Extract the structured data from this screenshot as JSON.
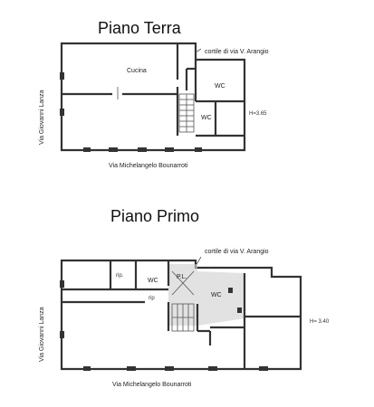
{
  "plans": {
    "ground": {
      "title": "Piano Terra",
      "courtyard": "cortile di via V. Arangio",
      "street_left": "Via Giovanni Lanza",
      "street_bottom": "Via Michelangelo Bounarroti",
      "height": "H=3.65",
      "rooms": {
        "kitchen": "Cucina",
        "wc1": "WC",
        "wc2": "WC"
      }
    },
    "first": {
      "title": "Piano Primo",
      "courtyard": "cortile di via V. Arangio",
      "street_left": "Via Giovanni Lanza",
      "street_bottom": "Via Michelangelo Bounarroti",
      "height": "H= 3.40",
      "rooms": {
        "rip1": "rip.",
        "wc1": "WC",
        "pl": "P.L.",
        "rip2": "rip",
        "wc2": "WC"
      }
    }
  }
}
